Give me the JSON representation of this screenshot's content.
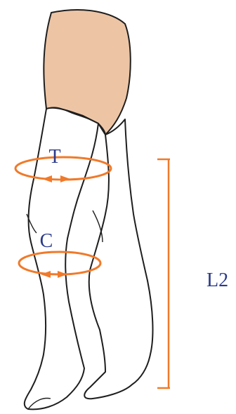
{
  "diagram": {
    "labels": {
      "thigh": "T",
      "calf": "C",
      "length": "L2"
    },
    "colors": {
      "outline": "#1e1e1e",
      "skin": "#edc5a5",
      "stocking": "#ffffff",
      "accent": "#f07a2a",
      "label": "#2a3a8a"
    }
  }
}
